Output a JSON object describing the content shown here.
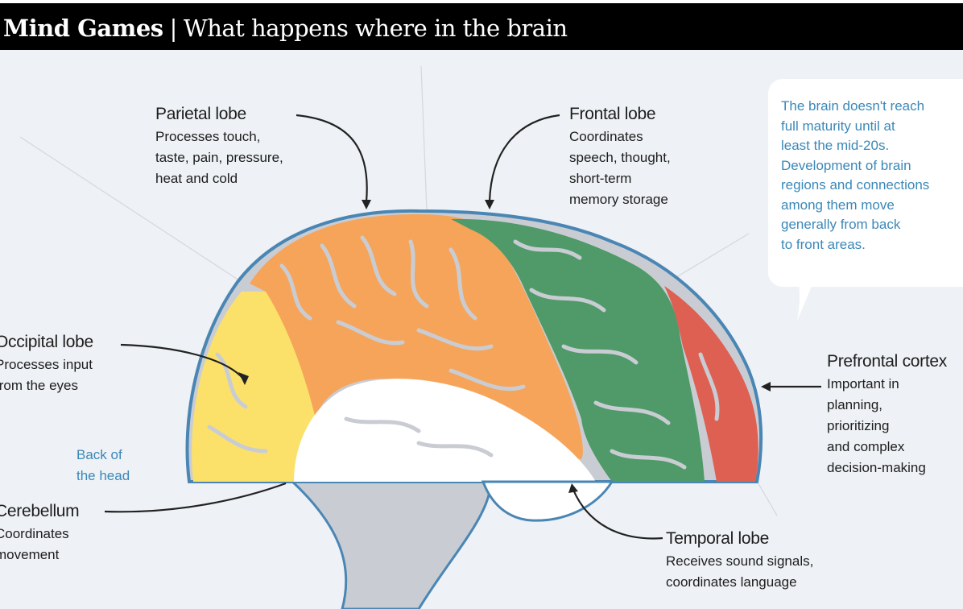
{
  "header": {
    "title_bold": "Mind Games",
    "separator": "|",
    "title_rest": "What happens where in the brain"
  },
  "labels": {
    "parietal": {
      "name": "Parietal lobe",
      "desc": "Processes touch,\ntaste, pain, pressure,\nheat and cold"
    },
    "frontal": {
      "name": "Frontal lobe",
      "desc": "Coordinates\nspeech, thought,\nshort-term\nmemory storage"
    },
    "occipital": {
      "name": "Occipital lobe",
      "desc": "Processes input\nfrom the eyes"
    },
    "prefrontal": {
      "name": "Prefrontal cortex",
      "desc": "Important in\nplanning,\nprioritizing\nand complex\ndecision-making"
    },
    "cerebellum": {
      "name": "Cerebellum",
      "desc": "Coordinates\nmovement"
    },
    "temporal": {
      "name": "Temporal lobe",
      "desc": "Receives sound signals,\ncoordinates language"
    }
  },
  "back_of_head": "Back of\nthe head",
  "note": "The brain doesn't reach\nfull maturity until at\nleast the mid-20s.\nDevelopment of brain\nregions and connections\namong them move\ngenerally from back\nto front areas.",
  "colors": {
    "parietal": "#f6a45a",
    "frontal": "#4f9a68",
    "occipital": "#fbe16a",
    "prefrontal": "#de6052",
    "temporal": "#ffffff",
    "outline": "#4a86b4",
    "cortex_gray": "#c9cdd3",
    "note_text": "#3b88b7"
  }
}
